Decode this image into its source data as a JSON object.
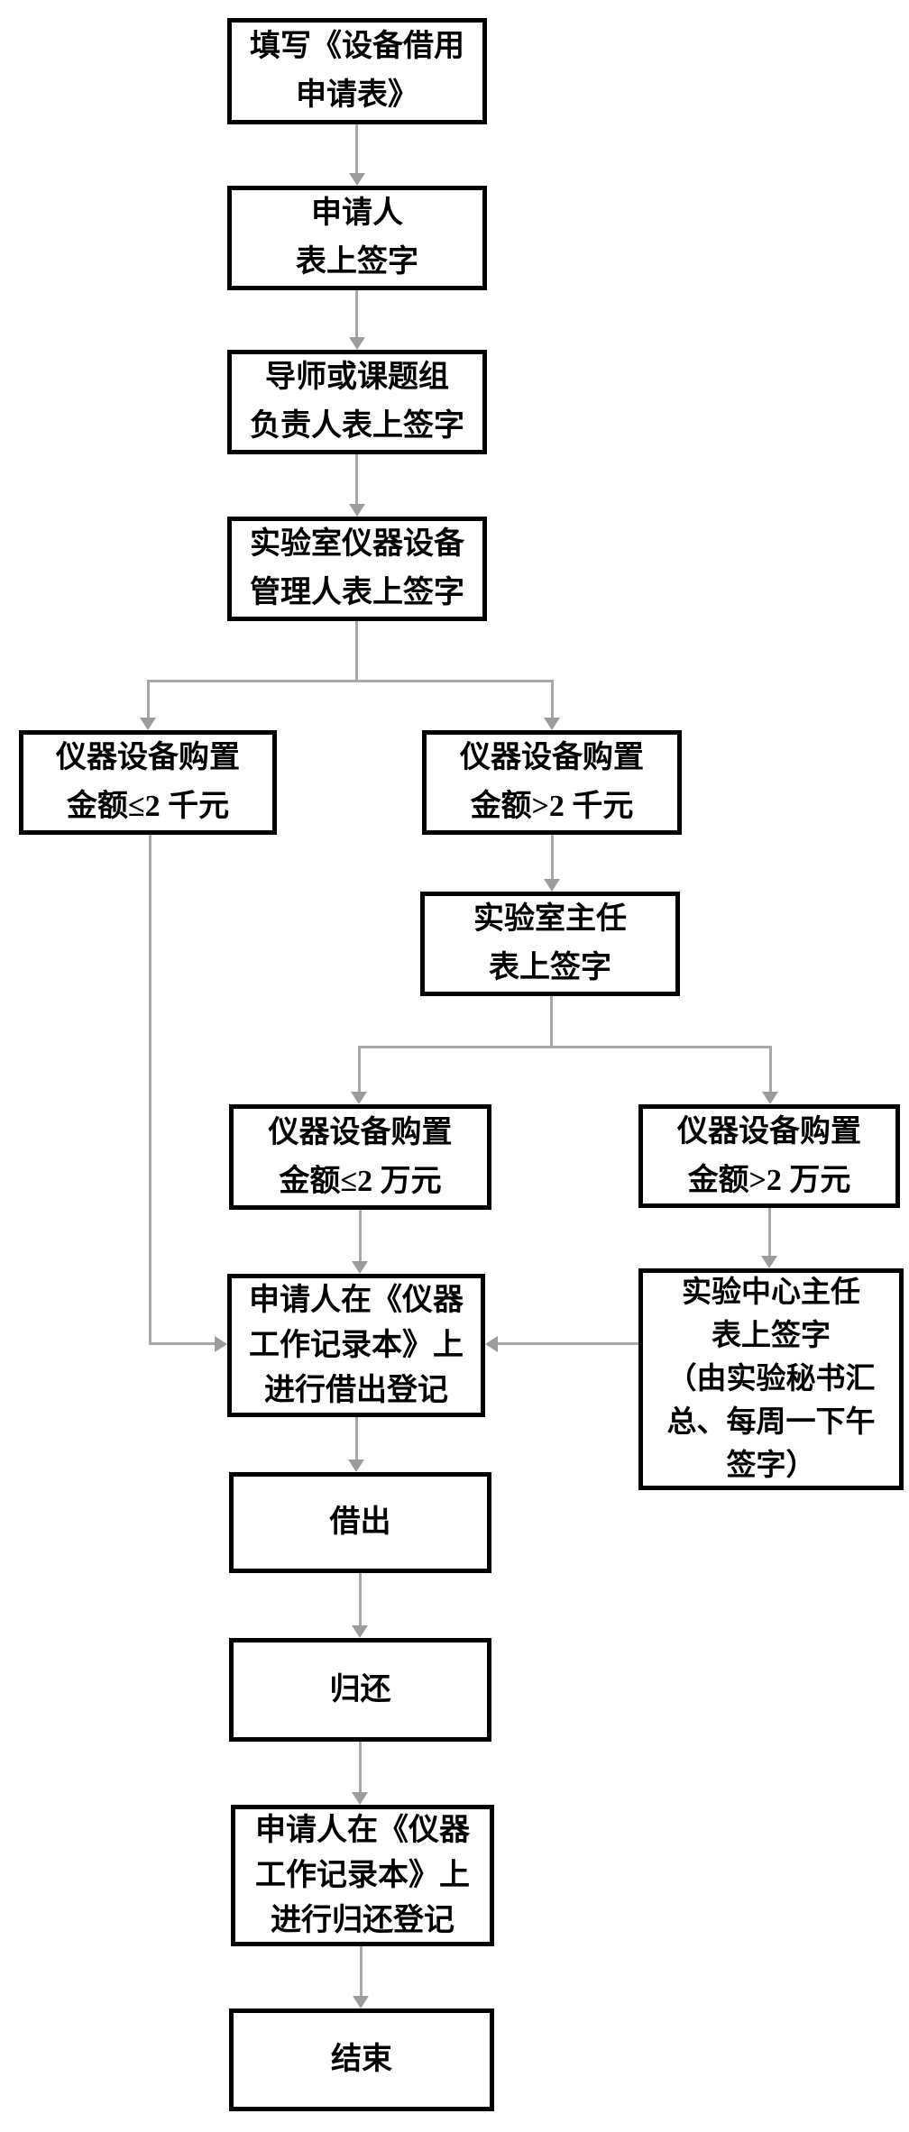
{
  "colors": {
    "background": "#ffffff",
    "box_border": "#000000",
    "box_fill": "#ffffff",
    "text": "#000000",
    "connector_line": "#a8a8a8",
    "arrowhead": "#9c9c9c"
  },
  "nodes": {
    "fill_form": [
      "填写《设备借用",
      "申请表》"
    ],
    "applicant_sign": [
      "申请人",
      "表上签字"
    ],
    "supervisor_sign": [
      "导师或课题组",
      "负责人表上签字"
    ],
    "lab_manager_sign": [
      "实验室仪器设备",
      "管理人表上签字"
    ],
    "amount_le_2k": [
      "仪器设备购置",
      "金额≤2 千元"
    ],
    "amount_gt_2k": [
      "仪器设备购置",
      "金额>2 千元"
    ],
    "lab_director_sign": [
      "实验室主任",
      "表上签字"
    ],
    "amount_le_20k": [
      "仪器设备购置",
      "金额≤2 万元"
    ],
    "amount_gt_20k": [
      "仪器设备购置",
      "金额>2 万元"
    ],
    "lend_register": [
      "申请人在《仪器",
      "工作记录本》上",
      "进行借出登记"
    ],
    "center_director_sign": [
      "实验中心主任",
      "表上签字",
      "（由实验秘书汇",
      "总、每周一下午",
      "签字）"
    ],
    "lend_out": [
      "借出"
    ],
    "return_item": [
      "归还"
    ],
    "return_register": [
      "申请人在《仪器",
      "工作记录本》上",
      "进行归还登记"
    ],
    "end": [
      "结束"
    ]
  }
}
